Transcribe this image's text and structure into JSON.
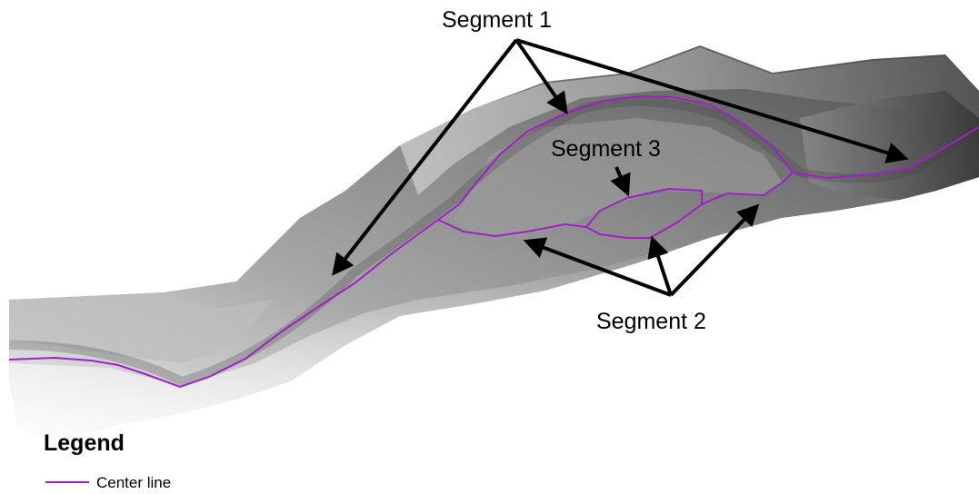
{
  "labels": {
    "segment_1": "Segment 1",
    "segment_2": "Segment 2",
    "segment_3": "Segment 3"
  },
  "legend": {
    "title": "Legend",
    "entries": [
      {
        "label": "Center line",
        "color": "#a020c8"
      }
    ]
  },
  "colors": {
    "center_line": "#a020c8",
    "arrow": "#000000",
    "background": "#ffffff"
  }
}
